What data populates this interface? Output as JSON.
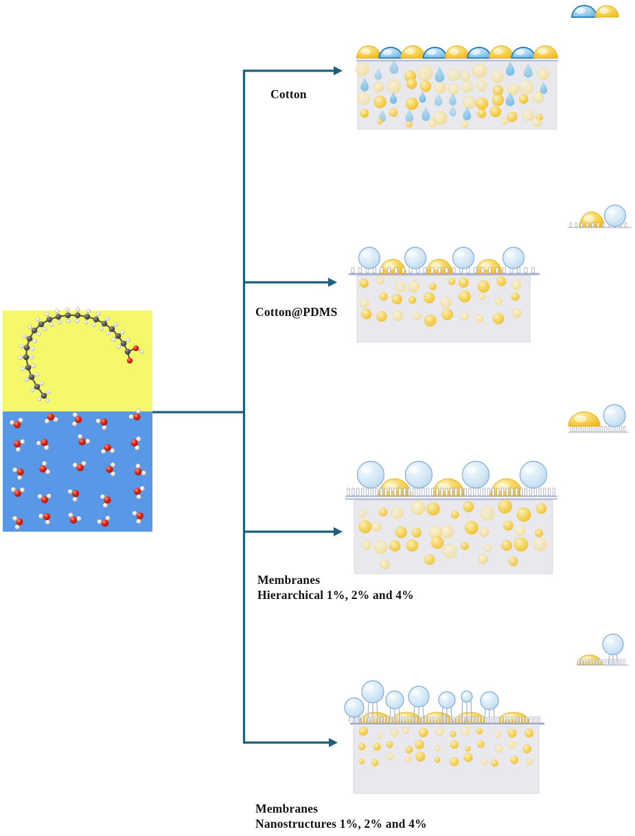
{
  "figure": {
    "branches": [
      {
        "label": "Cotton"
      },
      {
        "label": "Cotton@PDMS"
      },
      {
        "label_line1": "Membranes",
        "label_line2": "Hierarchical 1%, 2% and 4%"
      },
      {
        "label_line1": "Membranes",
        "label_line2": "Nanostructures 1%, 2% and 4%"
      }
    ]
  },
  "icons": {
    "feed_top": "oleic-acid-molecule-image",
    "feed_bottom": "water-molecules-image",
    "legend_cotton": "water-drop-and-oil-drop-icon",
    "legend_cotton_pdms": "oil-dome-water-ball-on-micropillars-icon",
    "legend_hierarchical": "oil-dome-water-ball-on-hierarchical-pillars-icon",
    "legend_nanostructures": "oil-dome-water-ball-on-nanopillars-icon"
  },
  "colors": {
    "arrow_teal": "#1b5f7d",
    "oil_yellow": "#f3c337",
    "oil_light": "#f8e8b0",
    "water_drop_blue": "#74bfe4",
    "water_ball_blue": "#cde4f5",
    "water_ball_outline": "#8fb4d8",
    "blue_dome_outline": "#2277b0",
    "membrane_box_gray": "#e9e9ed",
    "membrane_line": "#a8b0cf",
    "pillar_outline": "#9aa3b8",
    "feed_oil_background": "#f5f869",
    "feed_water_background": "#5898e6",
    "oxygen_red": "#d31c0f",
    "carbon_gray": "#4d4d4d",
    "hydrogen_white": "#e3e3e3",
    "label_black": "#121212"
  }
}
